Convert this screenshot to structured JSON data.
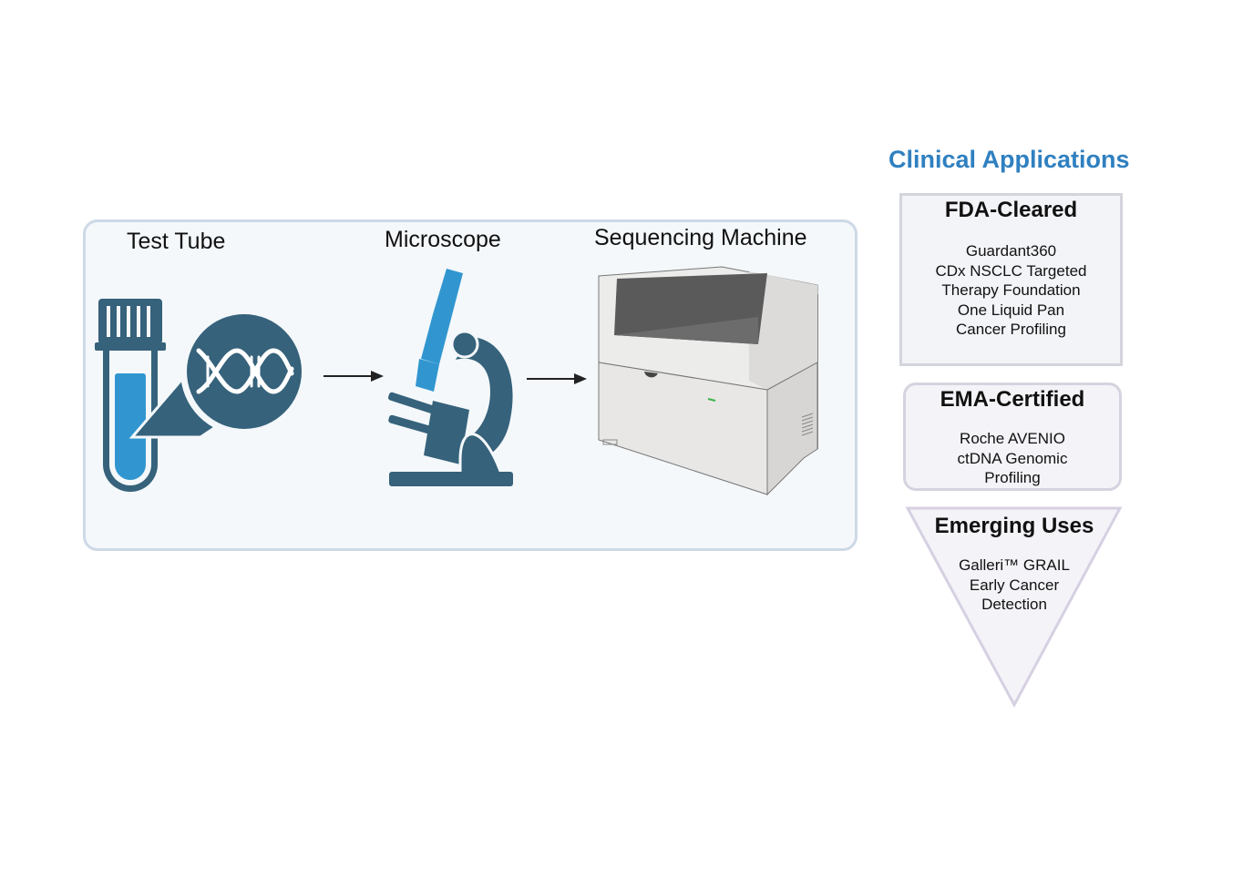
{
  "workflow": {
    "steps": [
      {
        "label": "Test Tube",
        "icon": "test-tube-dna-icon"
      },
      {
        "label": "Microscope",
        "icon": "microscope-icon"
      },
      {
        "label": "Sequencing Machine",
        "icon": "sequencing-machine-icon"
      }
    ],
    "colors": {
      "dark_blue": "#36627b",
      "light_blue": "#3196d0",
      "panel_bg": "#f4f8fb",
      "panel_border": "#cdd9e6"
    }
  },
  "clinical": {
    "title": "Clinical Applications",
    "title_color": "#2f80c0",
    "fda": {
      "heading": "FDA-Cleared",
      "body": "Guardant360\nCDx NSCLC Targeted\n Therapy Foundation\nOne  Liquid Pan\nCancer Profiling"
    },
    "ema": {
      "heading": "EMA-Certified",
      "body": "Roche AVENIO\nctDNA Genomic\nProfiling"
    },
    "emerging": {
      "heading": "Emerging Uses",
      "body": "Galleri™ GRAIL\n Early Cancer\n Detection"
    }
  }
}
